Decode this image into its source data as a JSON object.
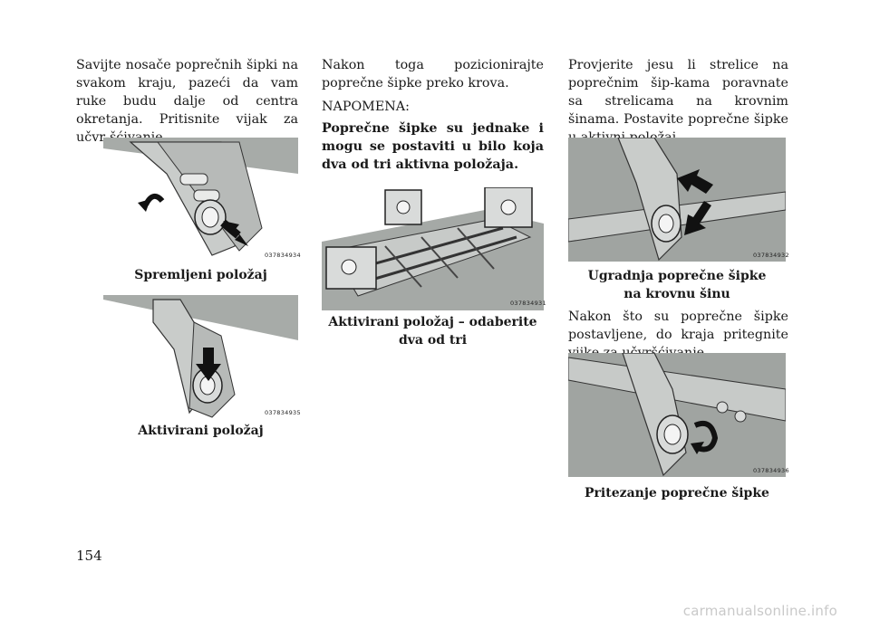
{
  "column1": {
    "paragraph": "Savijte nosače poprečnih šipki na svakom kraju, pazeći da vam ruke budu dalje od centra okretanja. Pritisnite vijak za učvr-šćivanje.",
    "figure1": {
      "code": "037834934",
      "caption": "Spremljeni položaj"
    },
    "figure2": {
      "code": "037834935",
      "caption": "Aktivirani položaj"
    }
  },
  "column2": {
    "paragraph": "Nakon toga pozicionirajte poprečne šipke preko krova.",
    "note_heading": "NAPOMENA:",
    "note_text": "Poprečne šipke su jednake i mogu se postaviti u bilo koja dva od tri aktivna položaja.",
    "figure": {
      "code": "037834931",
      "caption_line1": "Aktivirani položaj – odaberite",
      "caption_line2": "dva od tri"
    }
  },
  "column3": {
    "paragraph1": "Provjerite jesu li strelice na poprečnim šip-kama poravnate sa strelicama na krovnim šinama. Postavite poprečne šipke u aktivni položaj.",
    "figure1": {
      "code": "037834932",
      "caption_line1": "Ugradnja poprečne šipke",
      "caption_line2": "na krovnu šinu"
    },
    "paragraph2": "Nakon što su poprečne šipke postavljene, do kraja pritegnite vijke za učvršćivanje.",
    "figure2": {
      "code": "037834936",
      "caption": "Pritezanje poprečne šipke"
    }
  },
  "page_number": "154",
  "watermark": "carmanualsonline.info"
}
